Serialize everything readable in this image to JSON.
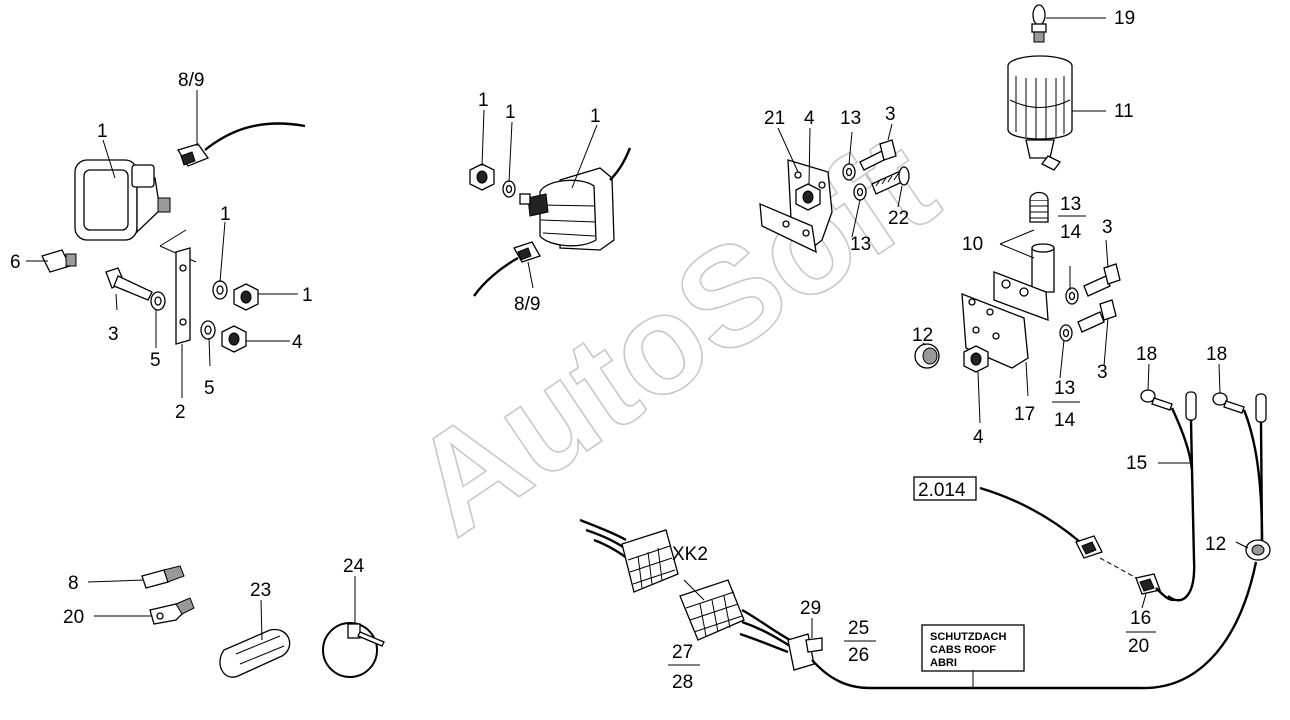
{
  "watermark": "AutoSoft",
  "callouts": {
    "c_89a": "8/9",
    "c_1a": "1",
    "c_1b": "1",
    "c_1c": "1",
    "c_6": "6",
    "c_3a": "3",
    "c_5a": "5",
    "c_5b": "5",
    "c_2": "2",
    "c_4a": "4",
    "c_1d": "1",
    "c_1e": "1",
    "c_1f": "1",
    "c_89b": "8/9",
    "c_21": "21",
    "c_4b": "4",
    "c_13a": "13",
    "c_3b": "3",
    "c_13b": "13",
    "c_22": "22",
    "c_19": "19",
    "c_11": "11",
    "c_10": "10",
    "c_13c": "13",
    "c_14a": "14",
    "c_3c": "3",
    "c_12a": "12",
    "c_3d": "3",
    "c_4c": "4",
    "c_17": "17",
    "c_13d": "13",
    "c_14b": "14",
    "c_18a": "18",
    "c_18b": "18",
    "c_15": "15",
    "c_12b": "12",
    "c_16": "16",
    "c_20a": "20",
    "c_xk2": "XK2",
    "c_29": "29",
    "c_25": "25",
    "c_26": "26",
    "c_27": "27",
    "c_28": "28",
    "c_8": "8",
    "c_20b": "20",
    "c_23": "23",
    "c_24": "24"
  },
  "ref_box": "2.014",
  "roof_label": {
    "line1": "SCHUTZDACH",
    "line2": "CABS ROOF",
    "line3": "ABRI"
  }
}
